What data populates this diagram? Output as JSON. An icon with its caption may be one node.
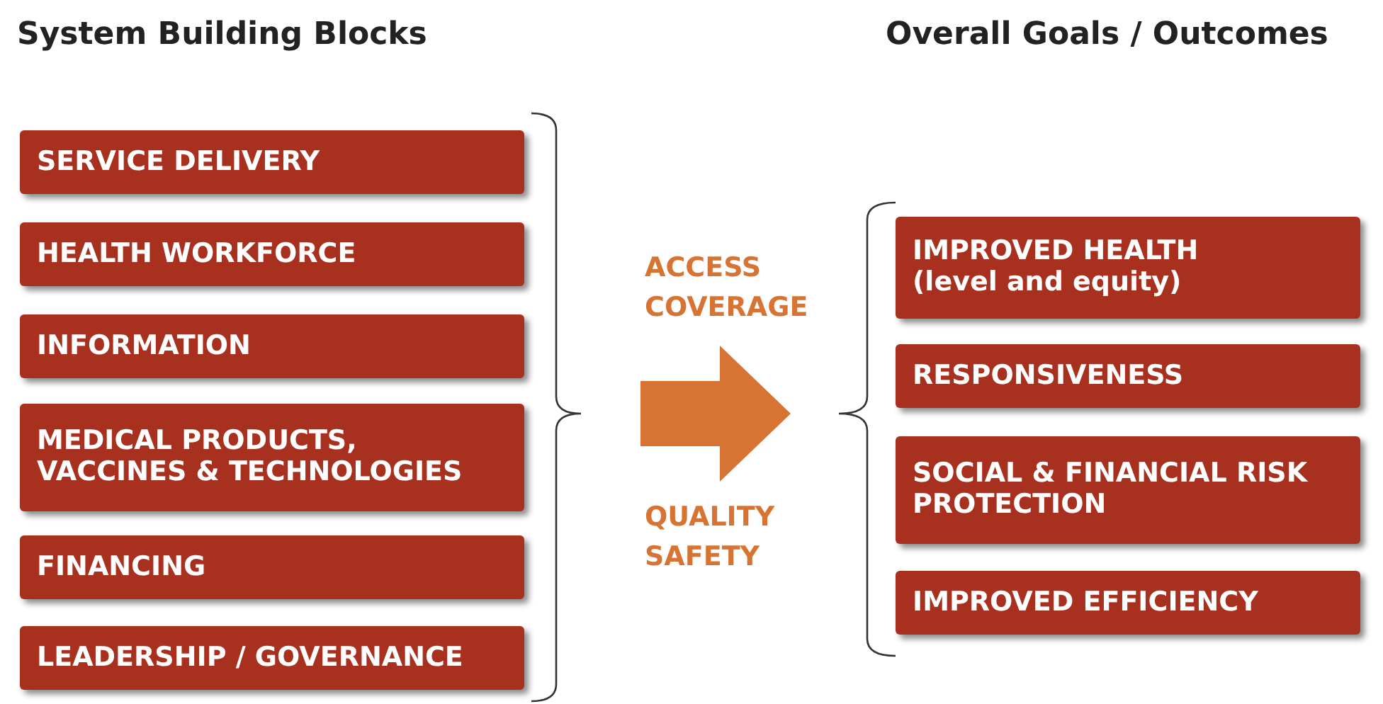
{
  "diagram": {
    "nodes": [
      {
        "text": [
          "System Building Blocks"
        ]
      },
      {
        "text": [
          "SERVICE DELIVERY"
        ],
        "in": 0
      },
      {
        "text": [
          "HEALTH WORKFORCE"
        ],
        "in": 0
      },
      {
        "text": [
          "INFORMATION"
        ],
        "in": 0
      },
      {
        "text": [
          "MEDICAL PRODUCTS, VACCINES & TECHNOLOGIES"
        ],
        "in": 0
      },
      {
        "text": [
          "FINANCING"
        ],
        "in": 0
      },
      {
        "text": [
          "LEADERSHIP / GOVERNANCE"
        ],
        "in": 0
      },
      {
        "text": [
          "Overall Goals / Outcomes"
        ]
      },
      {
        "text": [
          "IMPROVED HEALTH",
          "(level and equity)"
        ],
        "in": 7
      },
      {
        "text": [
          "RESPONSIVENESS"
        ],
        "in": 7
      },
      {
        "text": [
          "SOCIAL & FINANCIAL RISK PROTECTION"
        ],
        "in": 7
      },
      {
        "text": [
          "IMPROVED EFFICIENCY"
        ],
        "in": 7
      }
    ],
    "edges": [
      {
        "from": 0,
        "to": 7,
        "arrow": "to",
        "style": "thick",
        "color": "#d77433"
      }
    ],
    "labels": [
      "ACCESS COVERAGE",
      "QUALITY SAFETY"
    ]
  }
}
